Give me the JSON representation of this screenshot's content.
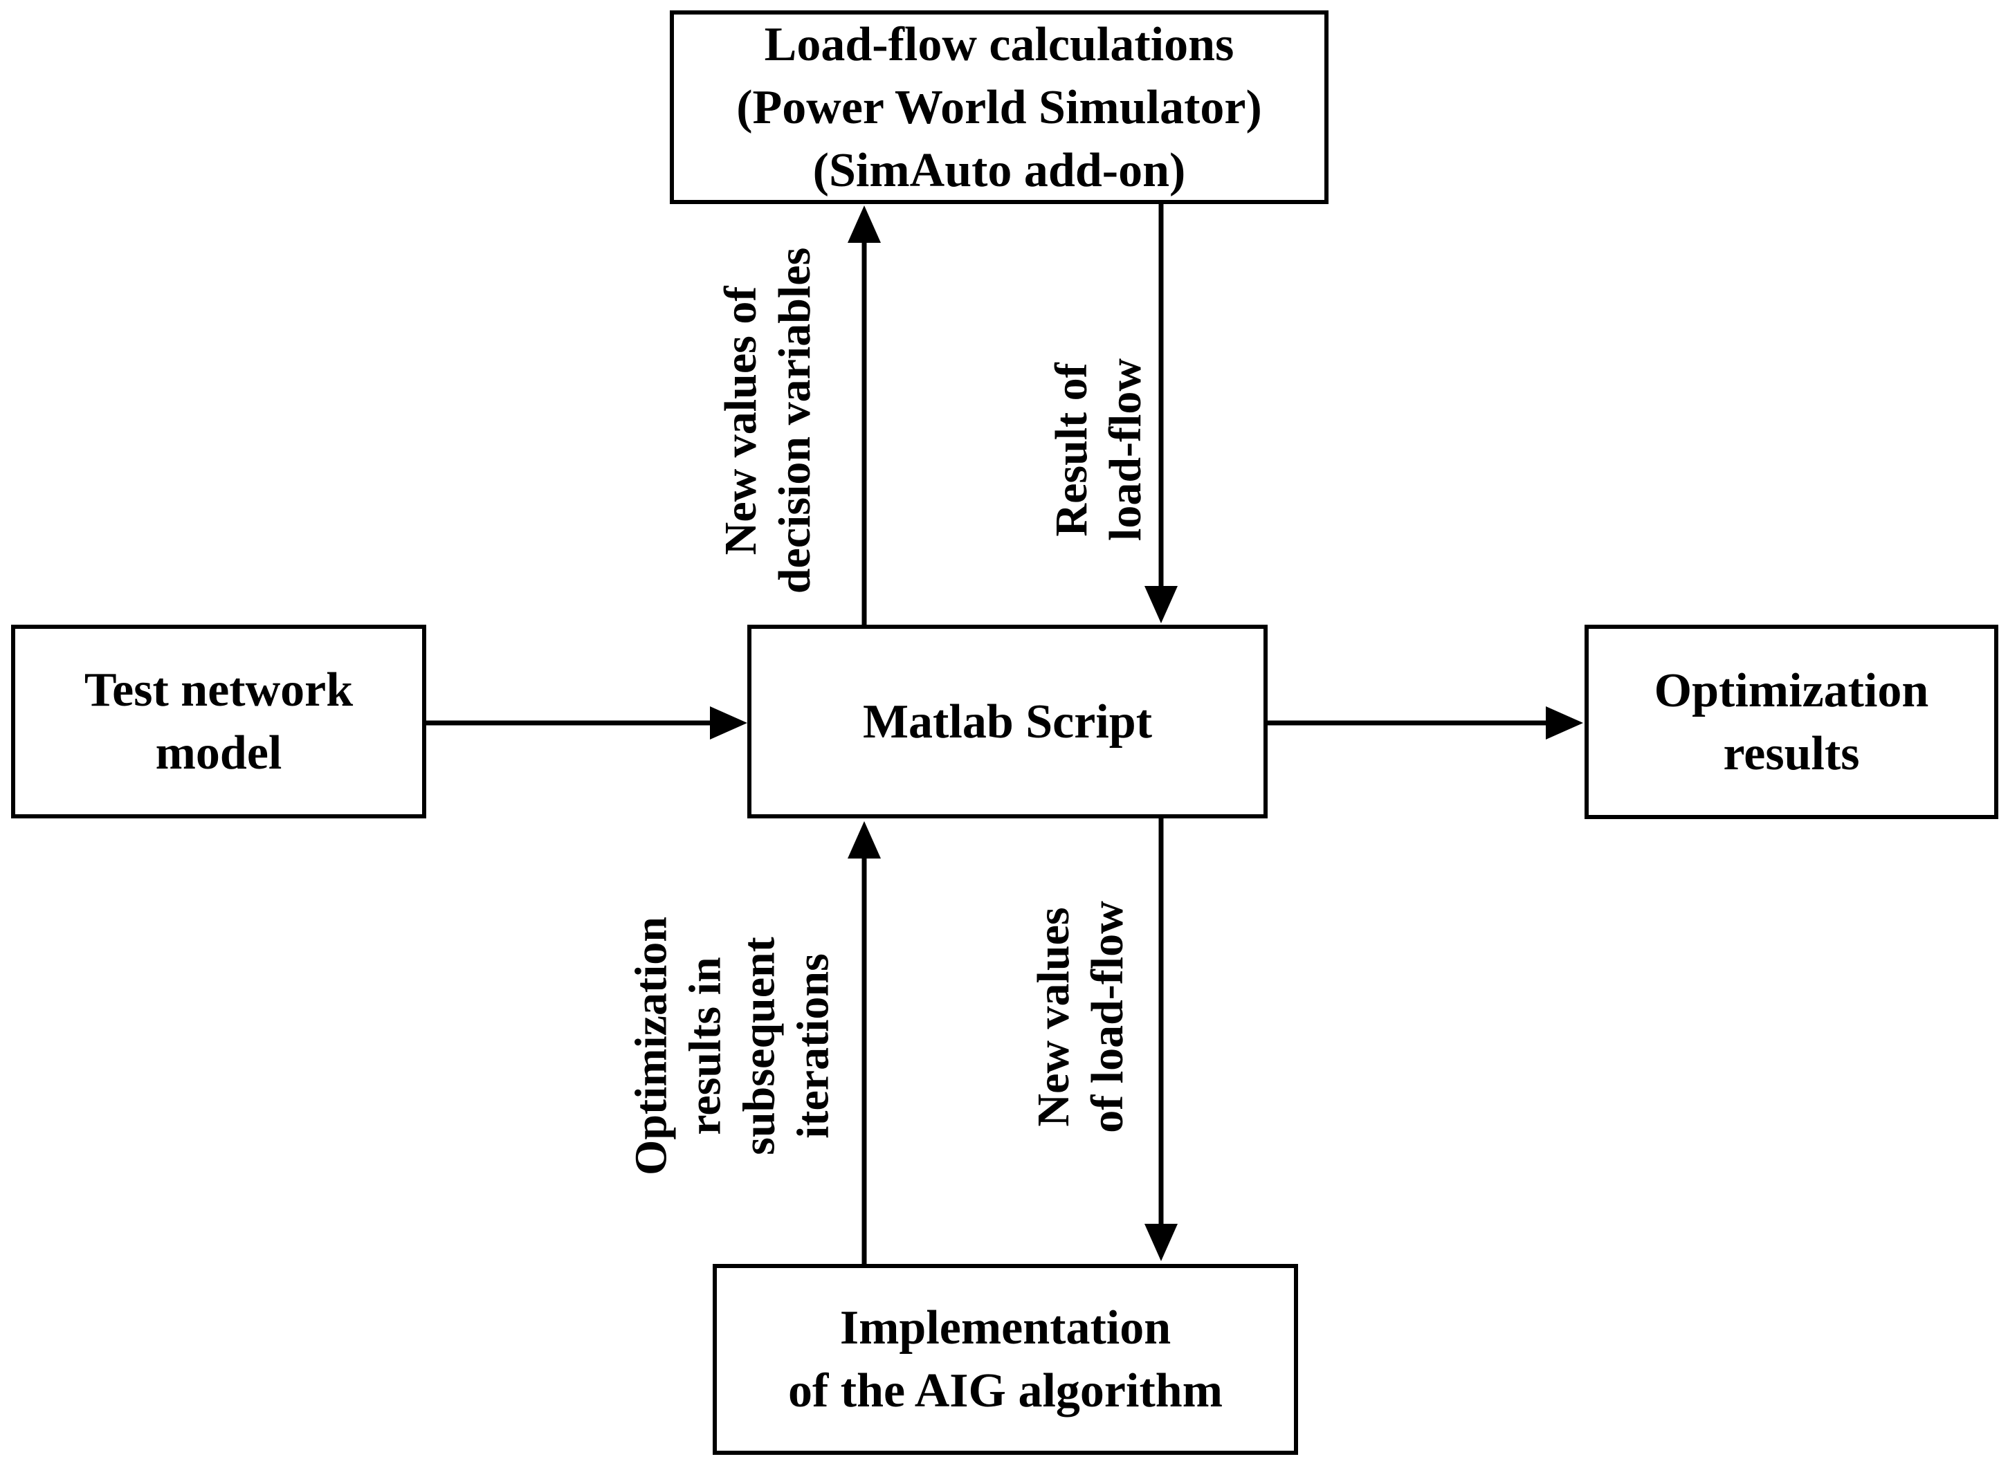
{
  "diagram": {
    "boxes": {
      "load_flow": {
        "lines": [
          "Load-flow calculations",
          "(Power World Simulator)",
          "(SimAuto add-on)"
        ]
      },
      "test_network": {
        "lines": [
          "Test network",
          "model"
        ]
      },
      "matlab": {
        "lines": [
          "Matlab Script"
        ]
      },
      "optimization": {
        "lines": [
          "Optimization",
          "results"
        ]
      },
      "aig": {
        "lines": [
          "Implementation",
          "of the AIG algorithm"
        ]
      }
    },
    "arrow_labels": {
      "new_values_decision": {
        "lines": [
          "New values of",
          "decision variables"
        ]
      },
      "result_load_flow": {
        "lines": [
          "Result of",
          "load-flow"
        ]
      },
      "optimization_iterations": {
        "lines": [
          "Optimization",
          "results in",
          "subsequent",
          "iterations"
        ]
      },
      "new_values_load_flow": {
        "lines": [
          "New values",
          "of load-flow"
        ]
      }
    },
    "colors": {
      "line": "#000000",
      "background": "#ffffff",
      "text": "#000000"
    }
  }
}
